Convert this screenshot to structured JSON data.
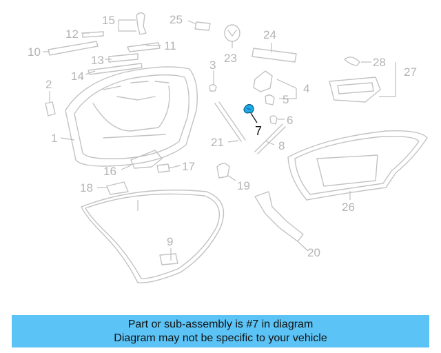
{
  "diagram": {
    "callouts": [
      "1",
      "2",
      "3",
      "4",
      "5",
      "7",
      "6",
      "8",
      "9",
      "10",
      "11",
      "12",
      "13",
      "14",
      "15",
      "16",
      "17",
      "18",
      "19",
      "20",
      "21",
      "23",
      "24",
      "25",
      "26",
      "27",
      "28"
    ],
    "highlight_color": "#1fa9e6"
  },
  "banner": {
    "line1": "Part or sub-assembly is #7 in diagram",
    "line2": "Diagram may not be specific to your vehicle",
    "background": "#5bc3f5"
  }
}
